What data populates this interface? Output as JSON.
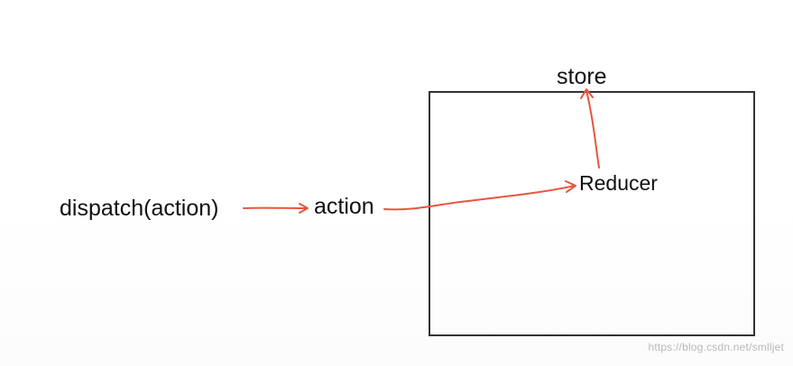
{
  "nodes": {
    "dispatch": "dispatch(action)",
    "action": "action",
    "reducer": "Reducer",
    "store": "store"
  },
  "watermark": "https://blog.csdn.net/smlljet",
  "colors": {
    "arrow": "#e8553e",
    "box_border": "#333333",
    "text": "#111111"
  }
}
